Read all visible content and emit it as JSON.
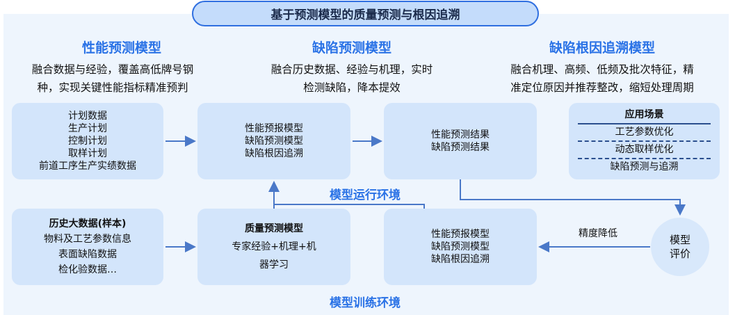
{
  "title": "基于预测模型的质量预测与根因追溯",
  "columns": [
    {
      "heading": "性能预测模型",
      "desc": [
        "融合数据与经验，覆盖高低牌号钢",
        "种，实现关键性能指标精准预判"
      ]
    },
    {
      "heading": "缺陷预测模型",
      "desc": [
        "融合历史数据、经验与机理，实时",
        "检测缺陷，降本提效"
      ]
    },
    {
      "heading": "缺陷根因追溯模型",
      "desc": [
        "融合机理、高频、低频及批次特征，精",
        "准定位原因并推荐整改，缩短处理周期"
      ]
    }
  ],
  "run_env": {
    "label": "模型运行环境",
    "input_box": [
      "计划数据",
      "生产计划",
      "控制计划",
      "取样计划",
      "前道工序生产实绩数据"
    ],
    "model_box": [
      "性能预报模型",
      "缺陷预测模型",
      "缺陷根因追溯"
    ],
    "result_box": [
      "性能预测结果",
      "缺陷预测结果"
    ]
  },
  "scenarios": {
    "title": "应用场景",
    "items": [
      "工艺参数优化",
      "动态取样优化",
      "缺陷预测与追溯"
    ]
  },
  "train_env": {
    "label": "模型训练环境",
    "history_box": {
      "title": "历史大数据(样本)",
      "items": [
        "物料及工艺参数信息",
        "表面缺陷数据",
        "检化验数据…"
      ]
    },
    "quality_box": {
      "title": "质量预测模型",
      "lines": [
        "专家经验+机理+机",
        "器学习"
      ]
    },
    "model_box": [
      "性能预报模型",
      "缺陷预测模型",
      "缺陷根因追溯"
    ]
  },
  "evaluation": {
    "label": [
      "模型",
      "评价"
    ],
    "feedback": "精度降低"
  },
  "colors": {
    "accent": "#2a72e6",
    "box": "#d3e5fb",
    "line": "#4a78c8"
  }
}
